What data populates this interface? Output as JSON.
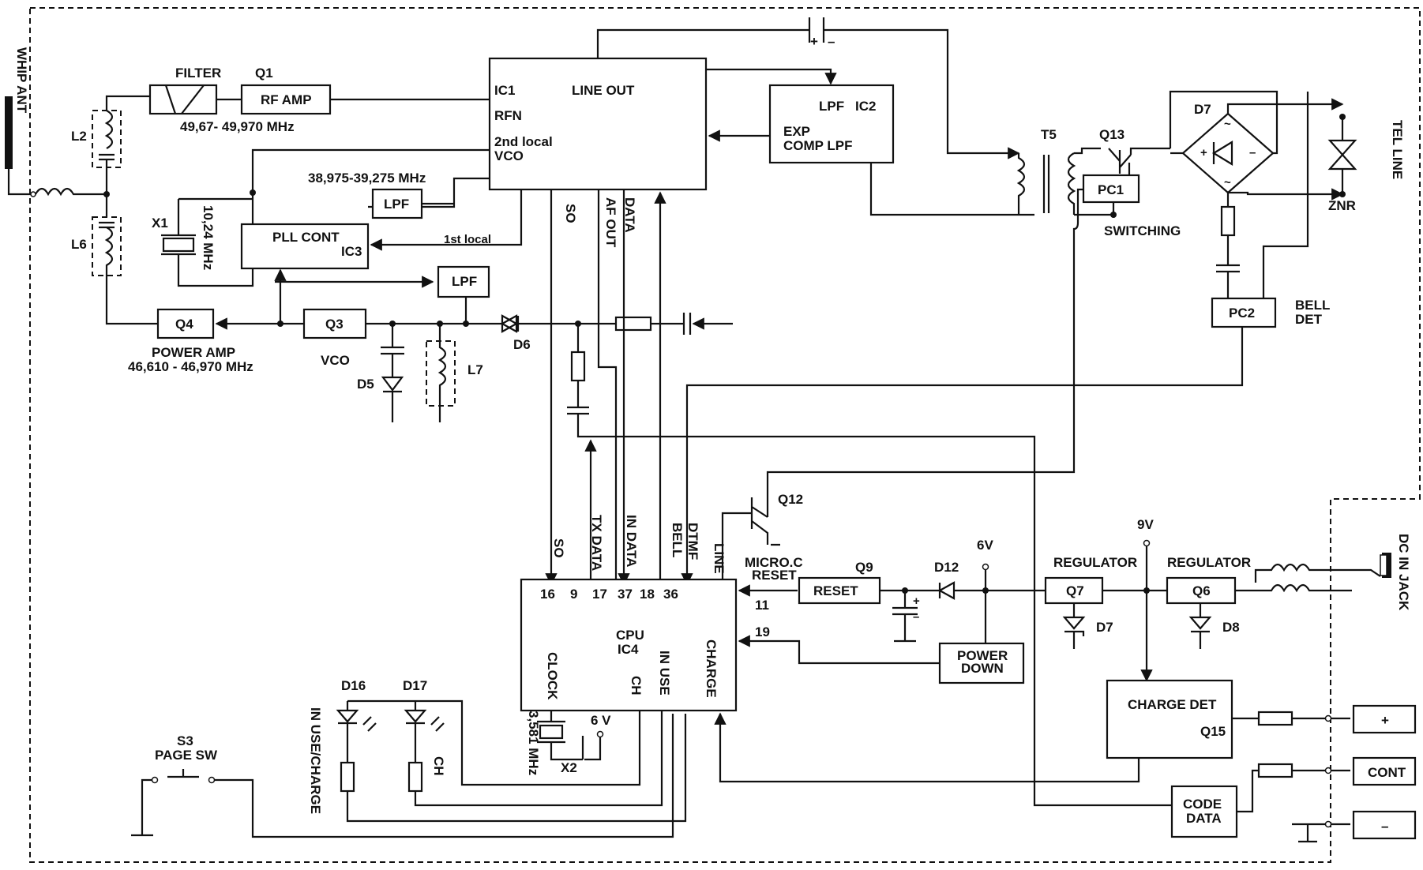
{
  "labels": {
    "whip_ant": "WHIP ANT",
    "filter": "FILTER",
    "q1": "Q1",
    "rf_amp": "RF AMP",
    "filter_freq": "49,67- 49,970 MHz",
    "l2": "L2",
    "l6": "L6",
    "x1": "X1",
    "x1_freq": "10,24 MHz",
    "pll_cont": "PLL CONT",
    "ic3": "IC3",
    "first_local": "1st local",
    "lpf_pll": "LPF",
    "pll_freq": "38,975-39,275 MHz",
    "lpf_vco": "LPF",
    "ic1": "IC1",
    "rfn": "RFN",
    "second_local": "2nd local",
    "vco_in": "VCO",
    "line_out": "LINE OUT",
    "so_ic1": "SO",
    "af_out": "AF OUT",
    "data_ic1": "DATA",
    "lpf_ic2": "LPF",
    "ic2": "IC2",
    "exp": "EXP",
    "comp_lpf": "COMP  LPF",
    "cap_plus": "+",
    "cap_minus": "–",
    "q4": "Q4",
    "power_amp": "POWER AMP",
    "power_amp_freq": "46,610 - 46,970 MHz",
    "q3": "Q3",
    "vco_lbl": "VCO",
    "d5": "D5",
    "l7": "L7",
    "d6": "D6",
    "t5": "T5",
    "q13": "Q13",
    "pc1": "PC1",
    "switching": "SWITCHING",
    "d7_bridge": "D7",
    "znr": "ZNR",
    "tel_line": "TEL LINE",
    "pc2": "PC2",
    "bell_det": "BELL DET",
    "q12": "Q12",
    "line_lbl": "LINE",
    "micro_c": "MICRO.C",
    "reset_lbl": "RESET",
    "so_cpu": "SO",
    "tx_data": "TX DATA",
    "in_data": "IN DATA",
    "dtmf": "DTMF",
    "bell": "BELL",
    "cpu": "CPU",
    "ic4": "IC4",
    "pin16": "16",
    "pin9": "9",
    "pin17": "17",
    "pin37": "37",
    "pin18": "18",
    "pin36": "36",
    "pin11": "11",
    "pin19": "19",
    "clock": "CLOCK",
    "ch_cpu": "CH",
    "in_use_cpu": "IN USE",
    "charge": "CHARGE",
    "q9": "Q9",
    "reset_box": "RESET",
    "d12": "D12",
    "six_v": "6V",
    "power": "POWER",
    "down": "DOWN",
    "regulator1": "REGULATOR",
    "q7": "Q7",
    "d7_reg": "D7",
    "nine_v": "9V",
    "regulator2": "REGULATOR",
    "q6": "Q6",
    "d8": "D8",
    "dc_in_jack": "DC IN JACK",
    "charge_det": "CHARGE DET",
    "q15": "Q15",
    "plus_term": "+",
    "cont_term": "CONT",
    "minus_term": "–",
    "code": "CODE",
    "data_code": "DATA",
    "d16": "D16",
    "d17": "D17",
    "in_use_charge": "IN USE/CHARGE",
    "ch_led": "CH",
    "s3": "S3",
    "page_sw": "PAGE SW",
    "x2_freq": "3,581 MHz",
    "x2": "X2",
    "six_v_small": "6 V"
  }
}
